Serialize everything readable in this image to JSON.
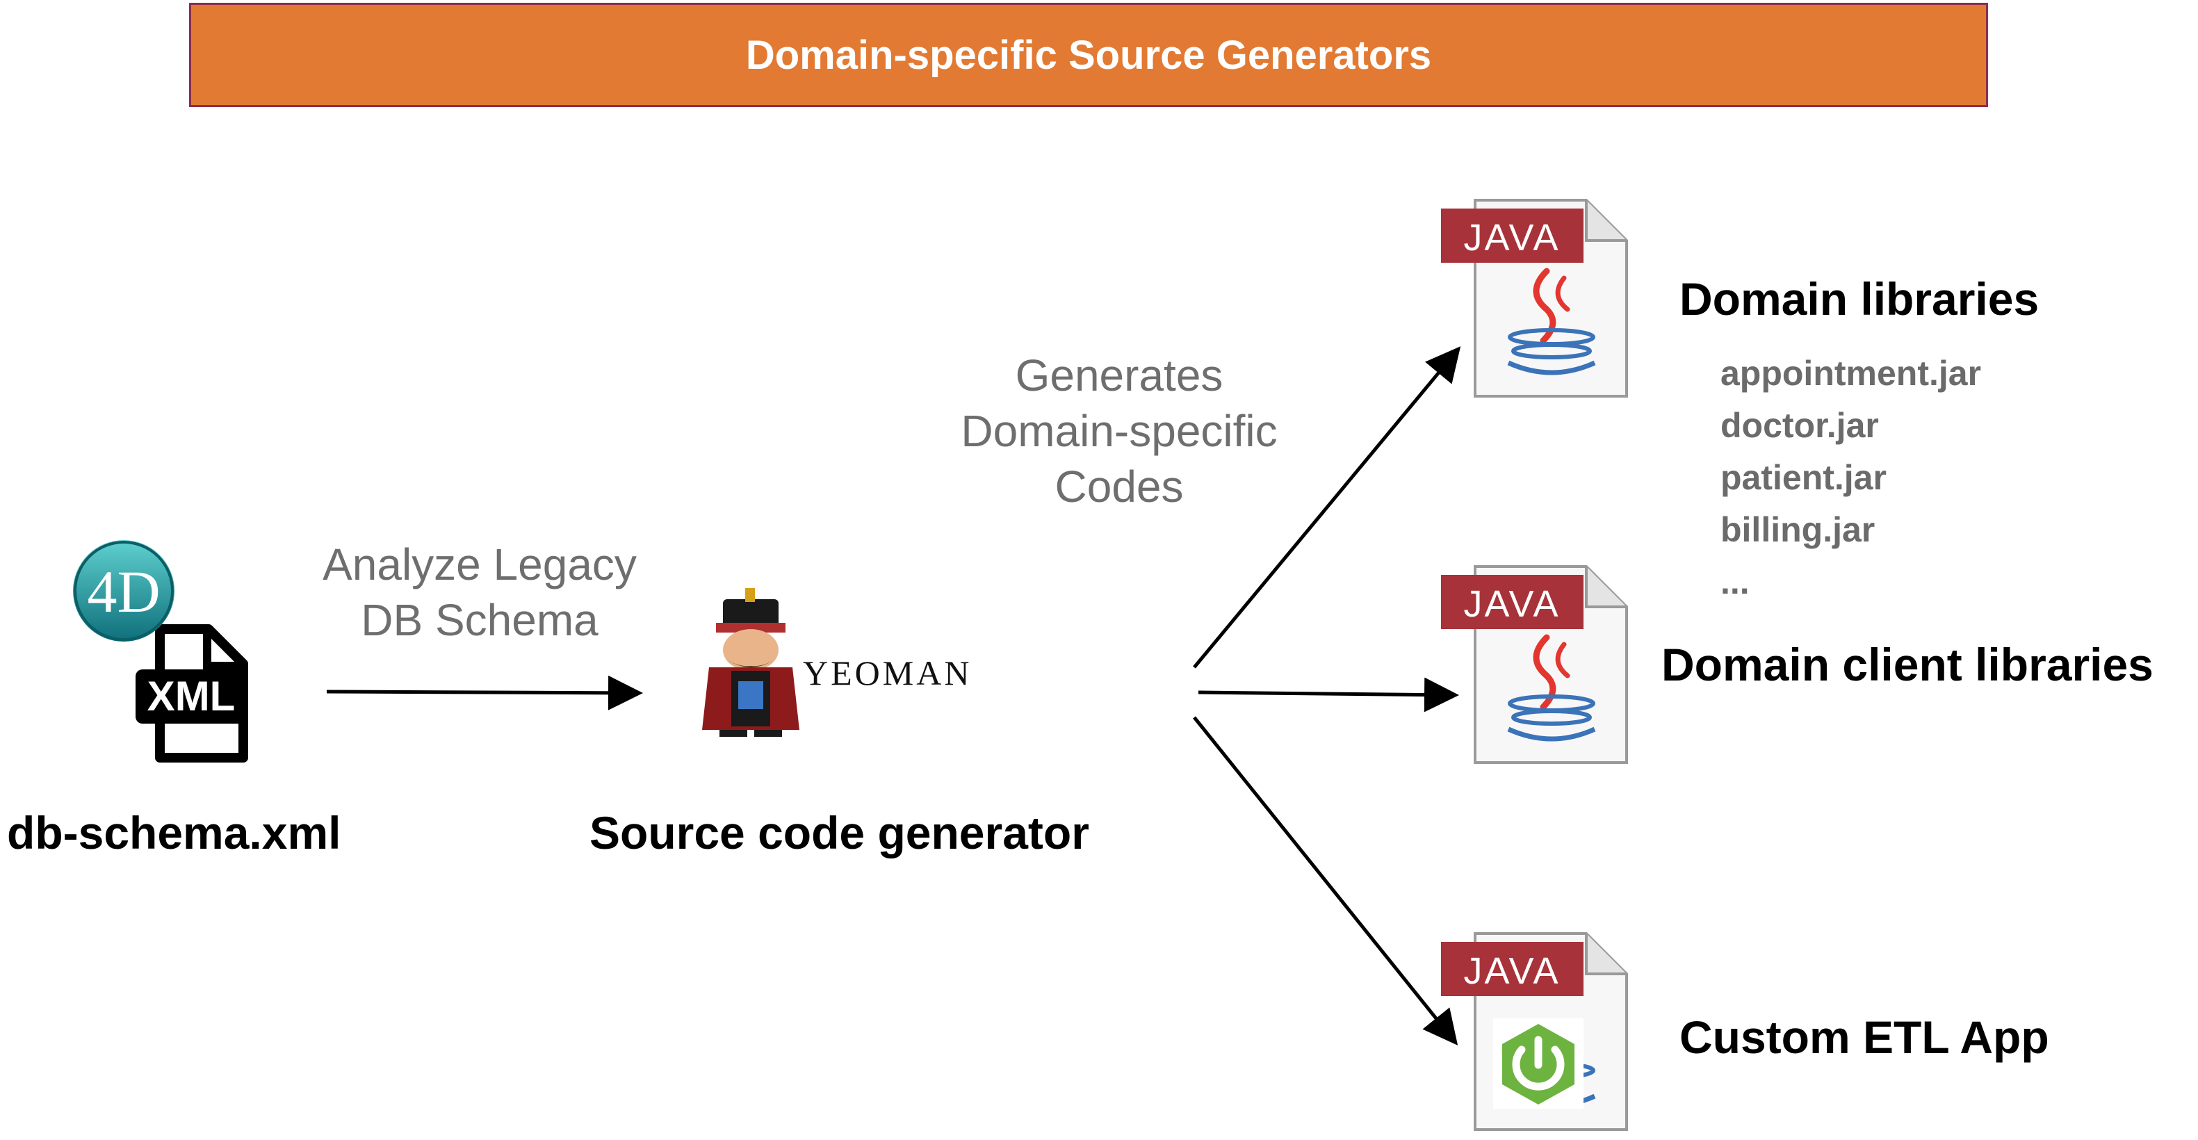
{
  "banner": {
    "title": "Domain-specific Source Generators"
  },
  "input": {
    "icon_brand_text": "4D",
    "file_badge_text": "XML",
    "caption": "db-schema.xml"
  },
  "step1": {
    "label_line1": "Analyze Legacy",
    "label_line2": "DB Schema"
  },
  "generator": {
    "logo_text": "YEOMAN",
    "caption": "Source code generator"
  },
  "step2": {
    "label_line1": "Generates",
    "label_line2": "Domain-specific",
    "label_line3": "Codes"
  },
  "outputs": {
    "domain_libraries": {
      "badge": "JAVA",
      "title": "Domain libraries",
      "jars": [
        "appointment.jar",
        "doctor.jar",
        "patient.jar",
        "billing.jar",
        "..."
      ]
    },
    "client_libraries": {
      "badge": "JAVA",
      "title": "Domain client libraries"
    },
    "etl_app": {
      "badge": "JAVA",
      "title": "Custom ETL App"
    }
  },
  "colors": {
    "banner": "#E27A33",
    "banner_border": "#8B2E4F",
    "java_badge": "#A8323A",
    "spring_green": "#6DB33F",
    "teal": "#1E8F98"
  }
}
